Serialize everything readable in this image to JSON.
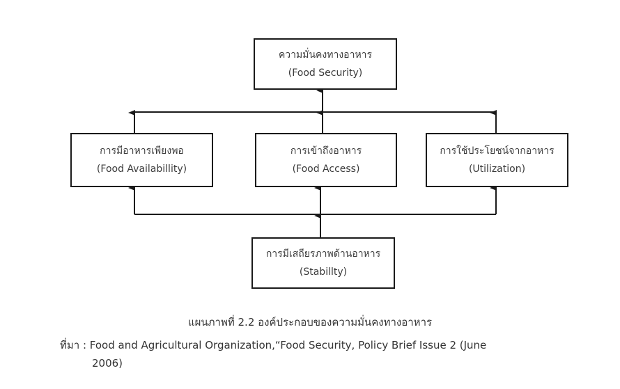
{
  "diagram": {
    "top": {
      "thai": "ความมั่นคงทางอาหาร",
      "english": "(Food Security)"
    },
    "pillars": [
      {
        "thai": "การมีอาหารเพียงพอ",
        "english": "(Food Availabillity)"
      },
      {
        "thai": "การเข้าถึงอาหาร",
        "english": "(Food Access)"
      },
      {
        "thai": "การใช้ประโยชน์จากอาหาร",
        "english": "(Utilization)"
      }
    ],
    "base": {
      "thai": "การมีเสถียรภาพด้านอาหาร",
      "english": "(Stabillty)"
    },
    "line_color": "#1a1a1a"
  },
  "caption": "แผนภาพที่ 2.2 องค์ประกอบของความมั่นคงทางอาหาร",
  "source": {
    "line1": "ที่มา : Food and Agricultural Organization,“Food Security, Policy Brief Issue 2 (June",
    "line2": "2006)"
  }
}
